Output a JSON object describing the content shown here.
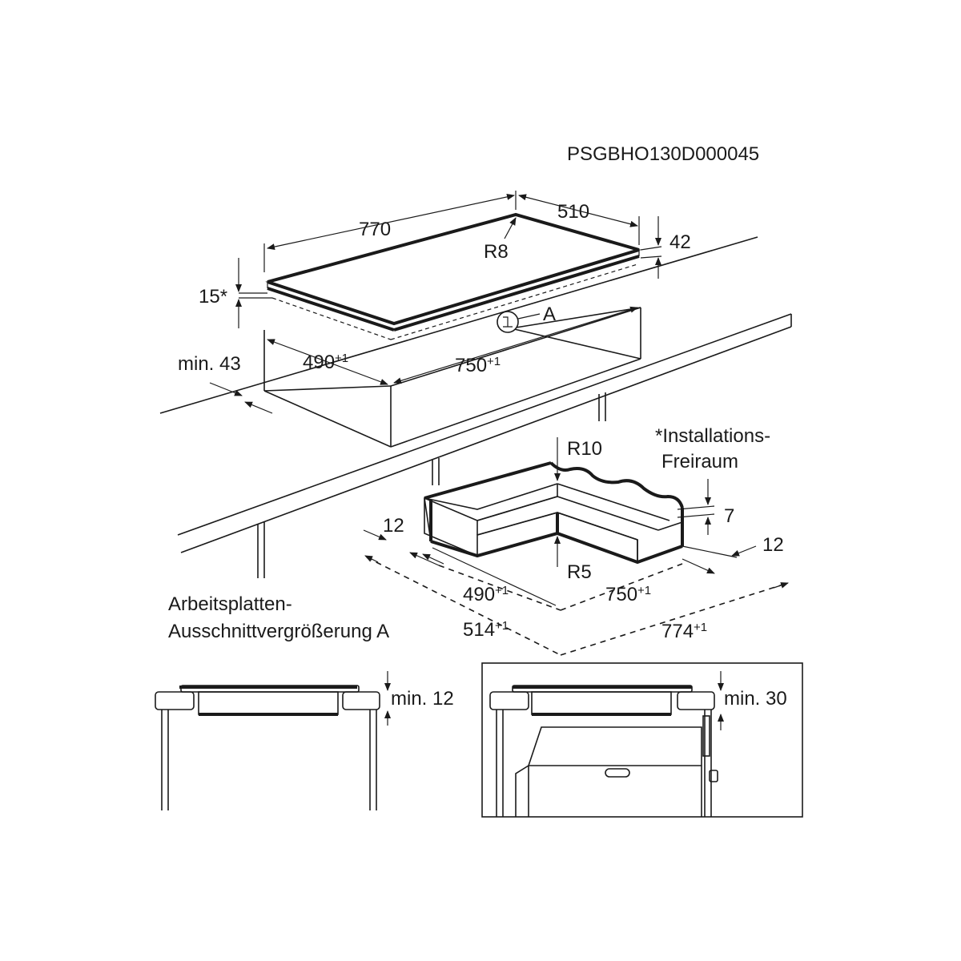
{
  "code": "PSGBHO130D000045",
  "hob": {
    "width": "770",
    "depth": "510",
    "height": "42",
    "radius": "R8",
    "clearance": "15*",
    "detail_marker": "A"
  },
  "cutout": {
    "min_edge": "min. 43",
    "depth": "490",
    "width": "750",
    "tolerance": "+1"
  },
  "detail": {
    "outer_radius": "R10",
    "inner_radius": "R5",
    "step": "7",
    "left_margin": "12",
    "right_margin": "12",
    "depth": "490",
    "width": "750",
    "total_depth": "514",
    "total_width": "774",
    "tolerance": "+1"
  },
  "note": {
    "line1": "*Installations-",
    "line2": "Freiraum"
  },
  "caption": {
    "line1": "Arbeitsplatten-",
    "line2": "Ausschnittvergrößerung A"
  },
  "section_left": {
    "min": "min. 12"
  },
  "section_right": {
    "min": "min. 30"
  }
}
